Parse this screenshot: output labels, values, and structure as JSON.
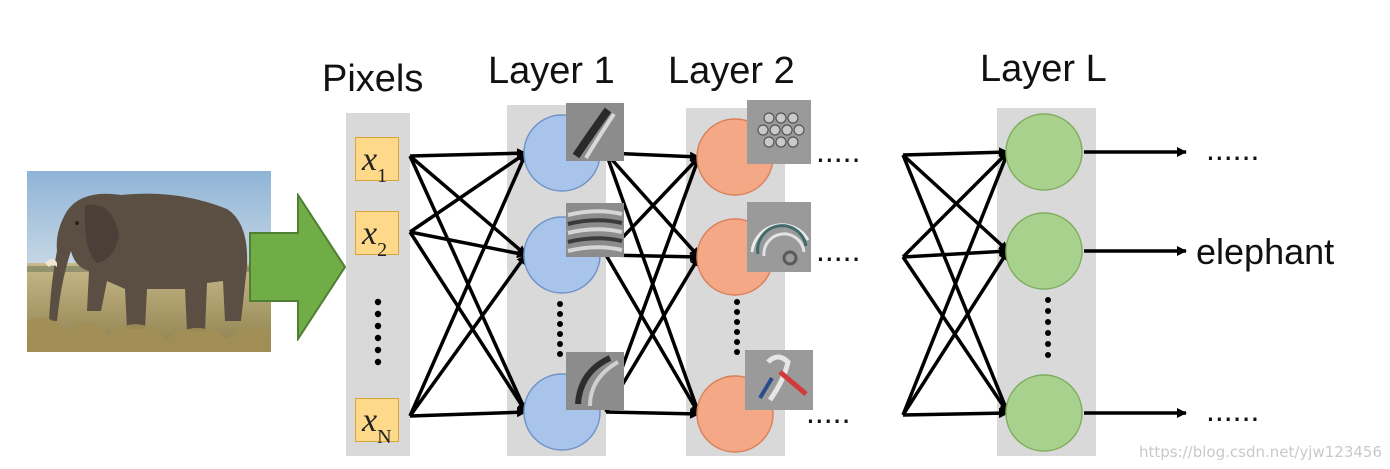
{
  "headers": {
    "pixels": "Pixels",
    "layer1": "Layer 1",
    "layer2": "Layer 2",
    "layerL": "Layer L"
  },
  "inputs": [
    {
      "symbol": "x",
      "sub": "1"
    },
    {
      "symbol": "x",
      "sub": "2"
    },
    {
      "symbol": "x",
      "sub": "N"
    }
  ],
  "ellipsis": "......",
  "short_ellipsis": ".....",
  "outputs": {
    "top": "......",
    "middle": "elephant",
    "bottom": "......"
  },
  "watermark": "https://blog.csdn.net/yjw123456",
  "colors": {
    "layer1_node": "#a9c4eb",
    "layer2_node": "#f4a886",
    "layerL_node": "#a9d18e",
    "column_bg": "#d9d9d9",
    "input_box": "#ffd98a",
    "arrow_green": "#70ad47"
  },
  "icons": {
    "input_arrow": "green-right-arrow-icon",
    "photo": "elephant-photo"
  }
}
